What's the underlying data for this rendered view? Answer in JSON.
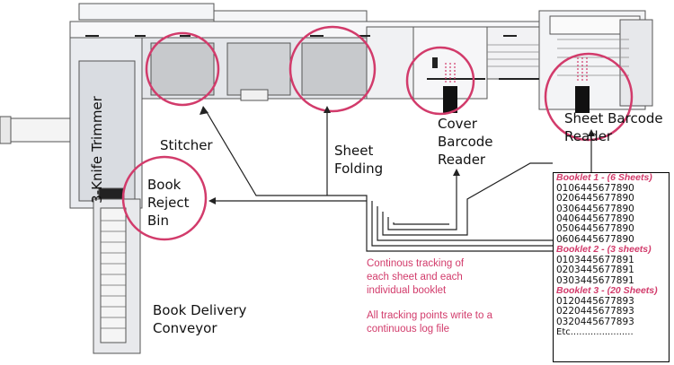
{
  "labels": {
    "trimmer": "3-Knife Trimmer",
    "stitcher": "Stitcher",
    "sheet_folding": [
      "Sheet",
      "Folding"
    ],
    "cover_barcode_reader": [
      "Cover",
      "Barcode",
      "Reader"
    ],
    "sheet_barcode_reader": [
      "Sheet Barcode",
      "Reader"
    ],
    "book_reject_bin": [
      "Book",
      "Reject",
      "Bin"
    ],
    "book_delivery_conveyor": [
      "Book Delivery",
      "Conveyor"
    ]
  },
  "notes": {
    "tracking": [
      "Continous tracking of",
      "each sheet and each",
      "individual booklet"
    ],
    "log": [
      "All tracking points write to a",
      "continuous log file"
    ]
  },
  "log_file": {
    "booklets": [
      {
        "header": "Booklet 1 - (6 Sheets)",
        "codes": [
          "0106445677890",
          "0206445677890",
          "0306445677890",
          "0406445677890",
          "0506445677890",
          "0606445677890"
        ]
      },
      {
        "header": "Booklet 2 - (3 sheets)",
        "codes": [
          "0103445677891",
          "0203445677891",
          "0303445677891"
        ]
      },
      {
        "header": "Booklet 3 - (20 Sheets)",
        "codes": [
          "0120445677893",
          "0220445677893",
          "0320445677893"
        ]
      }
    ],
    "etc": "Etc......................"
  },
  "colors": {
    "highlight_circle": "#d23b6b",
    "note_text": "#d23b6b",
    "machine_fill": "#e6e8ec",
    "panel_fill": "#c7c9cc",
    "sensor_black": "#111111"
  }
}
